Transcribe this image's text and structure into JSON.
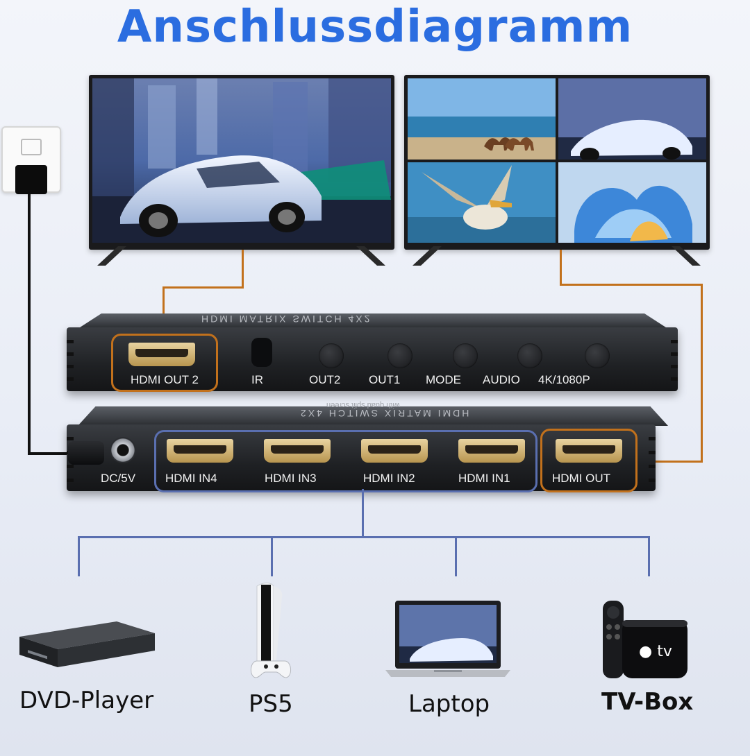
{
  "title": "Anschlussdiagramm",
  "top_unit": {
    "model_text": "HDMI MATRIX SWITCH 4X2",
    "port_label": "HDMI OUT 2",
    "controls": [
      "IR",
      "OUT2",
      "OUT1",
      "MODE",
      "AUDIO",
      "4K/1080P"
    ]
  },
  "bottom_unit": {
    "model_text": "HDMI MATRIX SWITCH 4X2",
    "sub_text": "with quad split screen",
    "power_label": "DC/5V",
    "inputs": [
      "HDMI IN4",
      "HDMI IN3",
      "HDMI IN2",
      "HDMI IN1"
    ],
    "output_label": "HDMI OUT"
  },
  "sources": [
    {
      "label": "DVD-Player"
    },
    {
      "label": "PS5"
    },
    {
      "label": "Laptop"
    },
    {
      "label": "TV-Box"
    }
  ],
  "colors": {
    "title": "#2b6de0",
    "output_wire": "#c2711c",
    "input_wire": "#5a6fb0"
  }
}
